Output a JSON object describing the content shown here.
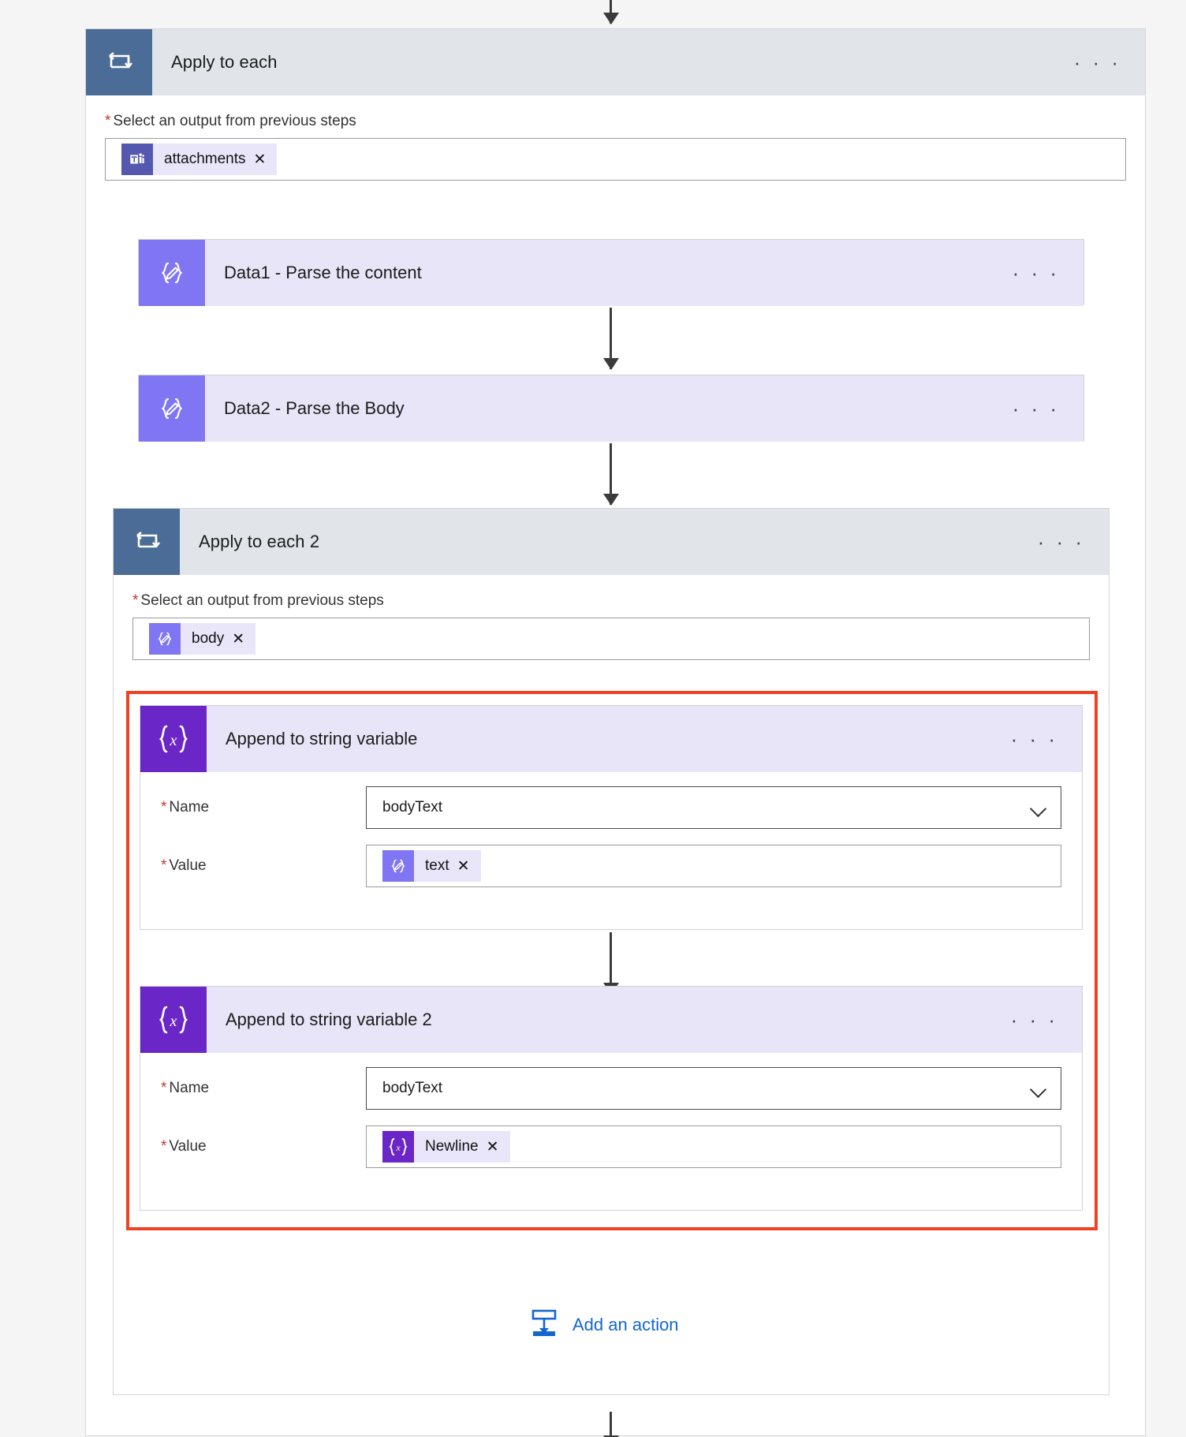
{
  "flow": {
    "outer_loop": {
      "title": "Apply to each",
      "icon": "loop-icon",
      "menu": "· · ·",
      "field_label": "Select an output from previous steps",
      "required_star": "*",
      "token": {
        "label": "attachments",
        "icon": "teams-icon",
        "remove": "✕"
      }
    },
    "action_parse_content": {
      "title": "Data1 - Parse the content",
      "icon": "parse-json-icon",
      "menu": "· · ·"
    },
    "action_parse_body": {
      "title": "Data2 - Parse the Body",
      "icon": "parse-json-icon",
      "menu": "· · ·"
    },
    "inner_loop": {
      "title": "Apply to each 2",
      "icon": "loop-icon",
      "menu": "· · ·",
      "field_label": "Select an output from previous steps",
      "required_star": "*",
      "token": {
        "label": "body",
        "icon": "parse-json-icon",
        "remove": "✕"
      }
    },
    "action_append_1": {
      "title": "Append to string variable",
      "icon": "variables-icon",
      "menu": "· · ·",
      "name_label": "Name",
      "name_value": "bodyText",
      "value_label": "Value",
      "value_token": {
        "label": "text",
        "icon": "parse-json-icon",
        "remove": "✕"
      },
      "required_star": "*",
      "dropdown_icon": "chevron-down-icon"
    },
    "action_append_2": {
      "title": "Append to string variable 2",
      "icon": "variables-icon",
      "menu": "· · ·",
      "name_label": "Name",
      "name_value": "bodyText",
      "value_label": "Value",
      "value_token": {
        "label": "Newline",
        "icon": "variables-icon",
        "remove": "✕"
      },
      "required_star": "*",
      "dropdown_icon": "chevron-down-icon"
    },
    "add_action": {
      "label": "Add an action",
      "icon": "insert-below-icon"
    }
  },
  "colors": {
    "loop_header_bg": "#e1e5ea",
    "loop_icon_bg": "#4a6c96",
    "parse_json_purple": "#8075f2",
    "variables_purple": "#6b26c8",
    "action_header_bg": "#e9e5f8",
    "highlight_red": "#ef4123",
    "link_blue": "#1266cf",
    "page_bg": "#f5f5f5"
  }
}
